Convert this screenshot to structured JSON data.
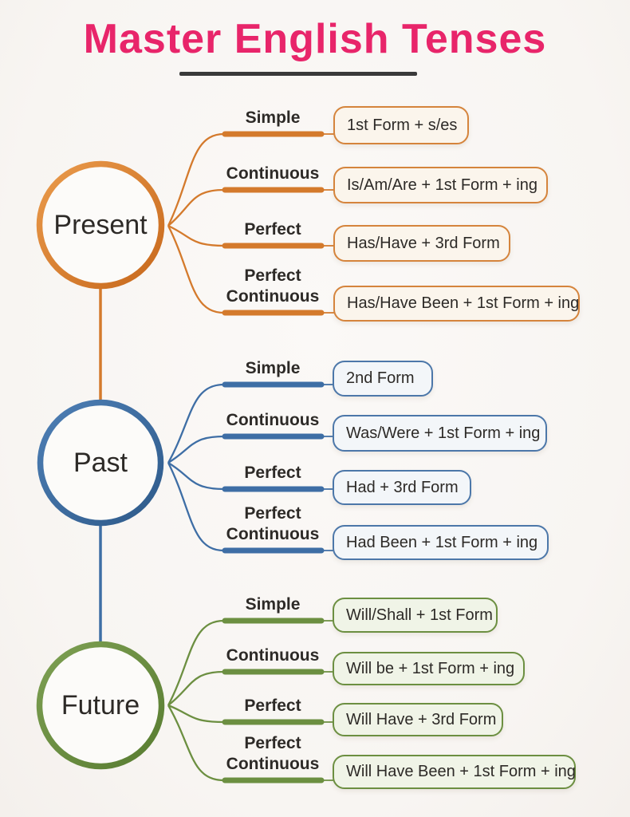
{
  "title": {
    "text": "Master English Tenses"
  },
  "colors": {
    "title_accent": "#E8256A",
    "underline": "#3A3A3A",
    "present": "#D97C2D",
    "past": "#3E6EA5",
    "future": "#6C8F41",
    "text": "#2D2A27"
  },
  "sections": [
    {
      "label": "Present",
      "color": "#D97C2D",
      "branches": [
        {
          "label": "Simple",
          "formula": "1st Form + s/es"
        },
        {
          "label": "Continuous",
          "formula": "Is/Am/Are + 1st Form + ing"
        },
        {
          "label": "Perfect",
          "formula": "Has/Have + 3rd Form"
        },
        {
          "label": "Perfect Continuous",
          "formula": "Has/Have Been + 1st Form + ing"
        }
      ]
    },
    {
      "label": "Past",
      "color": "#3E6EA5",
      "branches": [
        {
          "label": "Simple",
          "formula": "2nd Form"
        },
        {
          "label": "Continuous",
          "formula": "Was/Were + 1st Form + ing"
        },
        {
          "label": "Perfect",
          "formula": "Had + 3rd Form"
        },
        {
          "label": "Perfect Continuous",
          "formula": "Had Been + 1st Form + ing"
        }
      ]
    },
    {
      "label": "Future",
      "color": "#6C8F41",
      "branches": [
        {
          "label": "Simple",
          "formula": "Will/Shall + 1st Form"
        },
        {
          "label": "Continuous",
          "formula": "Will be + 1st Form + ing"
        },
        {
          "label": "Perfect",
          "formula": "Will Have + 3rd Form"
        },
        {
          "label": "Perfect Continuous",
          "formula": "Will Have Been + 1st Form + ing"
        }
      ]
    }
  ]
}
